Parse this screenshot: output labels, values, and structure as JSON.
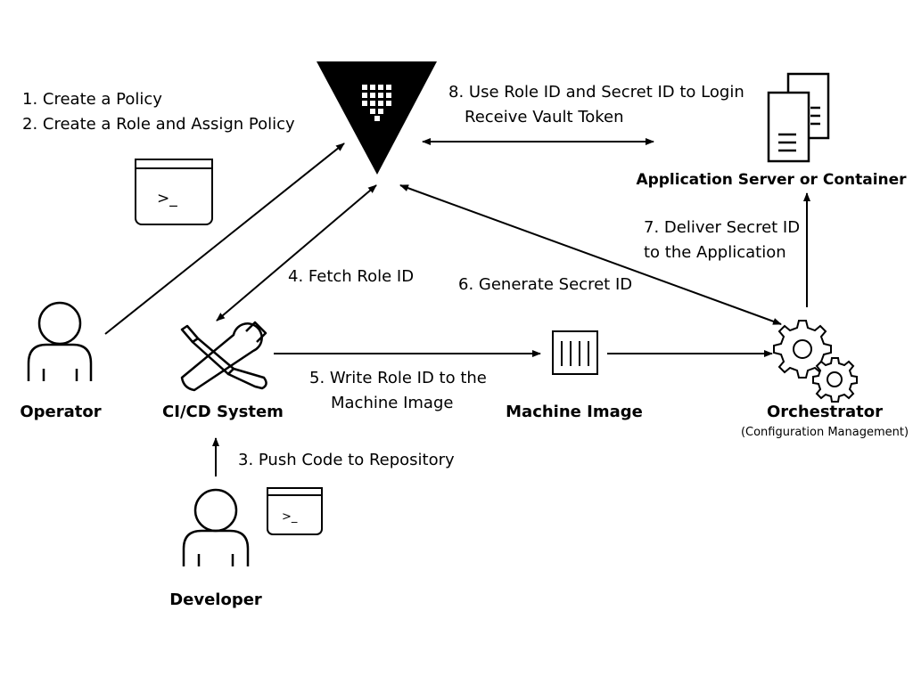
{
  "steps": {
    "step1": "1.  Create a Policy",
    "step2": "2. Create a Role and Assign Policy",
    "step3": "3. Push Code to Repository",
    "step4": "4. Fetch Role ID",
    "step5_line1": "5. Write Role ID to the",
    "step5_line2": "Machine Image",
    "step6": "6. Generate Secret ID",
    "step7_line1": "7. Deliver Secret ID",
    "step7_line2": "to the Application",
    "step8_line1": "8. Use Role ID and Secret ID to Login",
    "step8_line2": "Receive Vault Token"
  },
  "nodes": {
    "operator": "Operator",
    "cicd": "CI/CD System",
    "developer": "Developer",
    "machine_image": "Machine Image",
    "orchestrator": "Orchestrator",
    "orchestrator_sub": "(Configuration Management)",
    "app_server": "Application Server or Container"
  },
  "terminal_prompt": ">_",
  "icons": {
    "vault": "vault-logo-icon",
    "operator": "person-icon",
    "developer": "person-icon",
    "cicd": "tools-icon",
    "machine_image": "machine-image-icon",
    "orchestrator": "gears-icon",
    "app_server": "server-documents-icon",
    "terminal": "terminal-icon"
  },
  "colors": {
    "ink": "#000000",
    "background": "#ffffff"
  }
}
